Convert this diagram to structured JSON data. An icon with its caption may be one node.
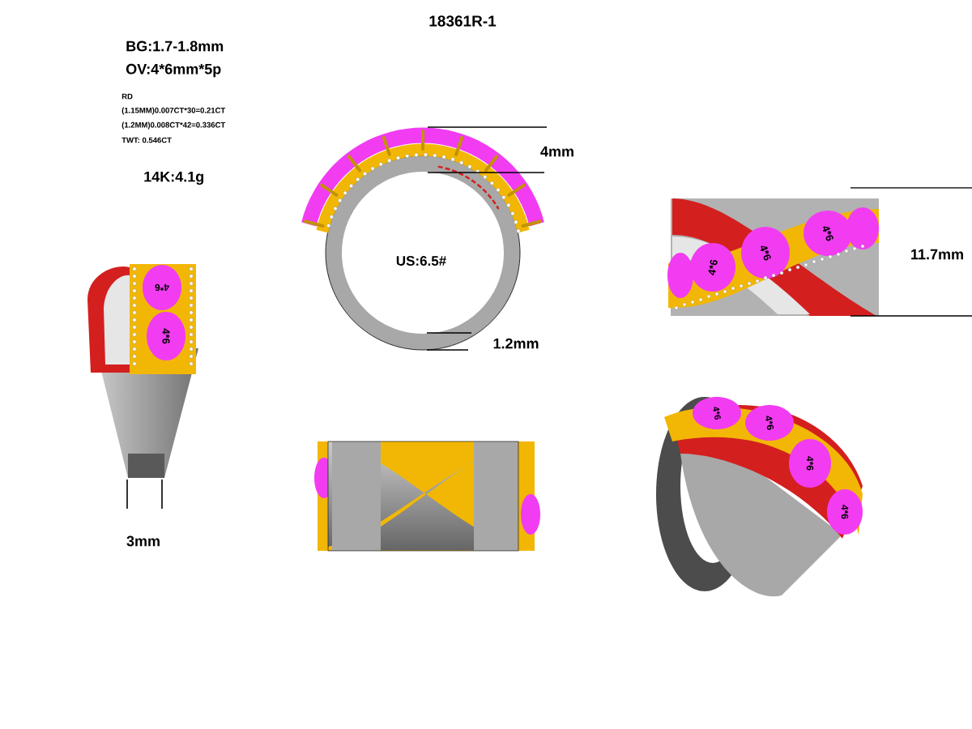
{
  "diagram": {
    "title": "18361R-1",
    "labels": [
      "BG:1.7-1.8mm",
      "OV:4*6mm*5p",
      "RD",
      "(1.15MM)0.007CT*30=0.21CT",
      "(1.2MM)0.008CT*42=0.336CT",
      "TWT: 0.546CT",
      "14K:4.1g",
      "4mm",
      "US:6.5#",
      "11.7mm",
      "1.2mm",
      "4*6",
      "4*6",
      "4*6",
      "4*6",
      "4*6",
      "4*6",
      "4*6",
      "4*6",
      "4*6",
      "3mm"
    ]
  }
}
